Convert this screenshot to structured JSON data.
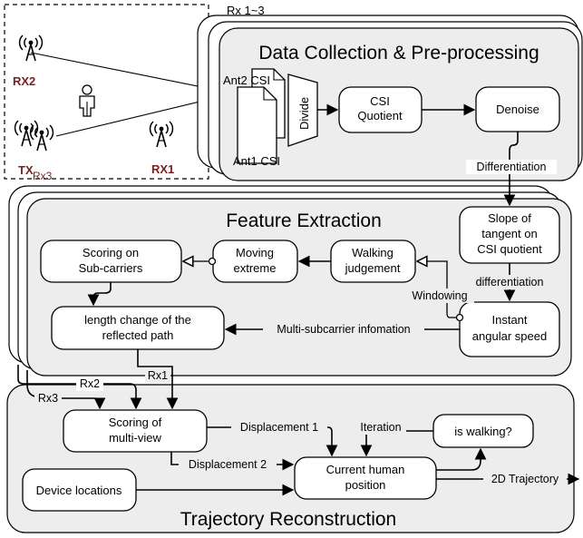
{
  "environment": {
    "labels": {
      "rx2": "RX2",
      "rx1": "RX1",
      "tx": "TX",
      "rx3": "Rx3"
    },
    "icons": [
      "antenna-icon",
      "person-icon"
    ]
  },
  "stacks": {
    "rx_note": "Rx 1~3",
    "data_collection": "Data Collection & Pre-processing",
    "feature_extraction": "Feature Extraction",
    "trajectory_reconstruction": "Trajectory Reconstruction"
  },
  "nodes": {
    "ant2_csi": "Ant2 CSI",
    "ant1_csi": "Ant1 CSI",
    "divide": "Divide",
    "csi_quotient": [
      "CSI",
      "Quotient"
    ],
    "denoise": "Denoise",
    "slope": [
      "Slope of",
      "tangent on",
      "CSI quotient"
    ],
    "walking_judgement": [
      "Walking",
      "judgement"
    ],
    "moving_extreme": [
      "Moving",
      "extreme"
    ],
    "scoring_subcarriers": [
      "Scoring on",
      "Sub-carriers"
    ],
    "length_change": [
      "length change of the",
      "reflected path"
    ],
    "instant_speed": [
      "Instant",
      "angular speed"
    ],
    "scoring_multiview": [
      "Scoring of",
      "multi-view"
    ],
    "is_walking": "is walking?",
    "device_locations": "Device locations",
    "current_position": [
      "Current human",
      "position"
    ]
  },
  "edges": {
    "differentiation": "Differentiation",
    "differentiation_lower": "differentiation",
    "windowing": "Windowing",
    "multi_subcarrier": "Multi-subcarrier infomation",
    "rx1": "Rx1",
    "rx2": "Rx2",
    "rx3": "Rx3",
    "displacement1": "Displacement 1",
    "displacement2": "Displacement 2",
    "iteration": "Iteration",
    "trajectory_2d": "2D Trajectory"
  }
}
